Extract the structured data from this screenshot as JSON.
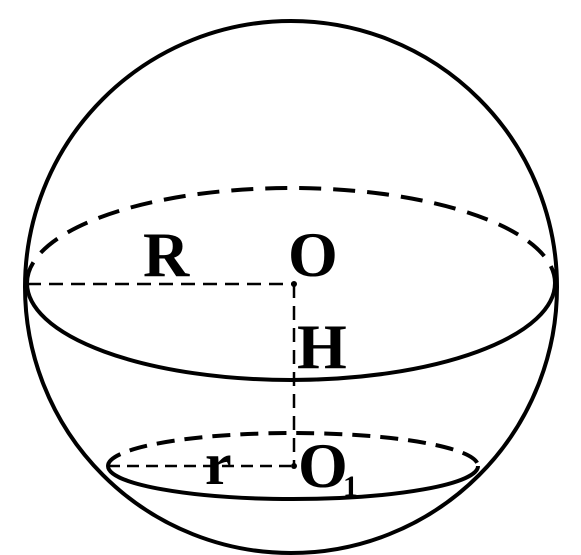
{
  "diagram": {
    "labels": {
      "big_radius": "R",
      "center": "O",
      "height": "H",
      "small_radius": "r",
      "small_center_main": "O",
      "small_center_sub": "1"
    },
    "colors": {
      "stroke": "#000000",
      "background": "#ffffff"
    }
  }
}
